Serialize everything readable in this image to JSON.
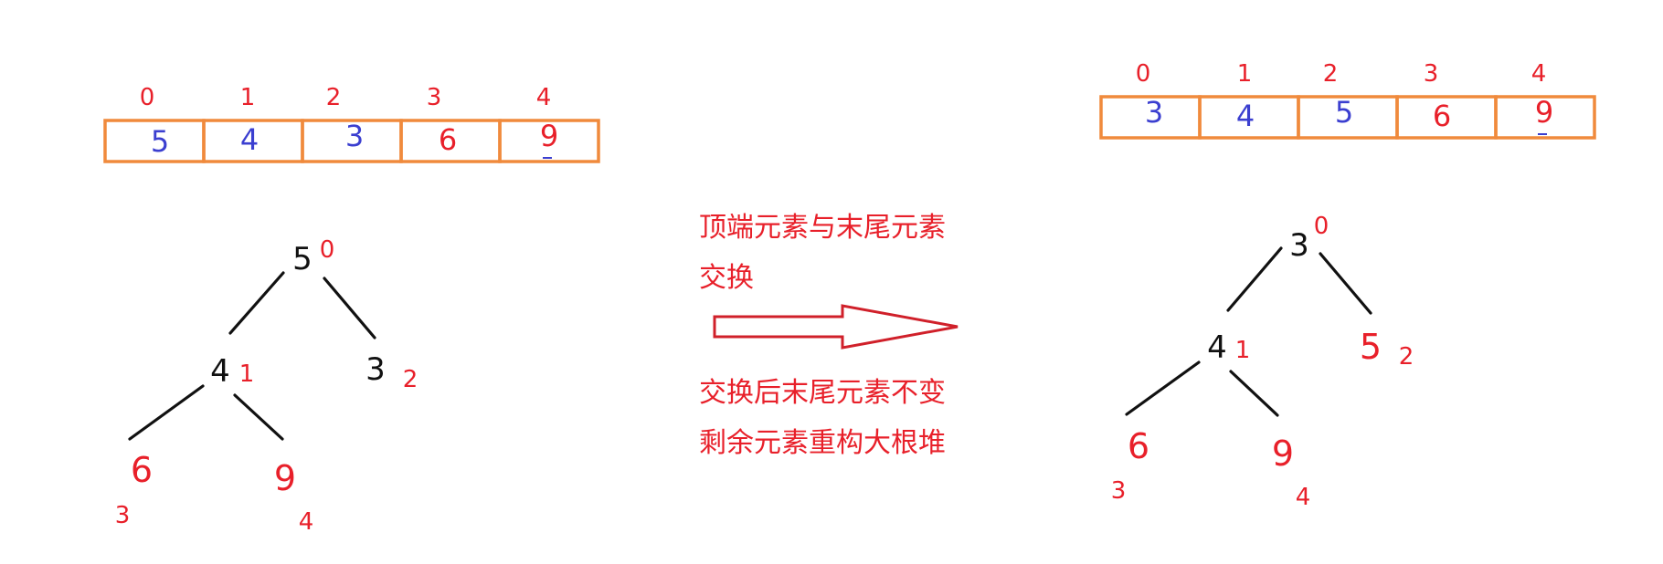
{
  "left": {
    "array": {
      "indices": [
        "0",
        "1",
        "2",
        "3",
        "4"
      ],
      "cells": [
        {
          "value": "5",
          "color": "#3b3fd0"
        },
        {
          "value": "4",
          "color": "#3b3fd0"
        },
        {
          "value": "3",
          "color": "#3b3fd0"
        },
        {
          "value": "6",
          "color": "#e8202a"
        },
        {
          "value": "9",
          "color": "#e8202a"
        }
      ]
    },
    "tree": {
      "nodes": [
        {
          "value": "5",
          "index": "0"
        },
        {
          "value": "4",
          "index": "1"
        },
        {
          "value": "3",
          "index": "2"
        },
        {
          "value": "6",
          "index": "3"
        },
        {
          "value": "9",
          "index": "4"
        }
      ]
    }
  },
  "middle": {
    "caption_top": [
      "顶端元素与末尾元素",
      "交换"
    ],
    "caption_bottom": [
      "交换后末尾元素不变",
      "剩余元素重构大根堆"
    ]
  },
  "right": {
    "array": {
      "indices": [
        "0",
        "1",
        "2",
        "3",
        "4"
      ],
      "cells": [
        {
          "value": "3",
          "color": "#3b3fd0"
        },
        {
          "value": "4",
          "color": "#3b3fd0"
        },
        {
          "value": "5",
          "color": "#3b3fd0"
        },
        {
          "value": "6",
          "color": "#e8202a"
        },
        {
          "value": "9",
          "color": "#e8202a"
        }
      ]
    },
    "tree": {
      "nodes": [
        {
          "value": "3",
          "index": "0"
        },
        {
          "value": "4",
          "index": "1"
        },
        {
          "value": "5",
          "index": "2"
        },
        {
          "value": "6",
          "index": "3"
        },
        {
          "value": "9",
          "index": "4"
        }
      ]
    }
  },
  "colors": {
    "cell_border": "#f08a3c",
    "index_red": "#e8202a",
    "value_blue": "#3b3fd0",
    "node_black": "#111111",
    "arrow_red": "#d0202a"
  }
}
